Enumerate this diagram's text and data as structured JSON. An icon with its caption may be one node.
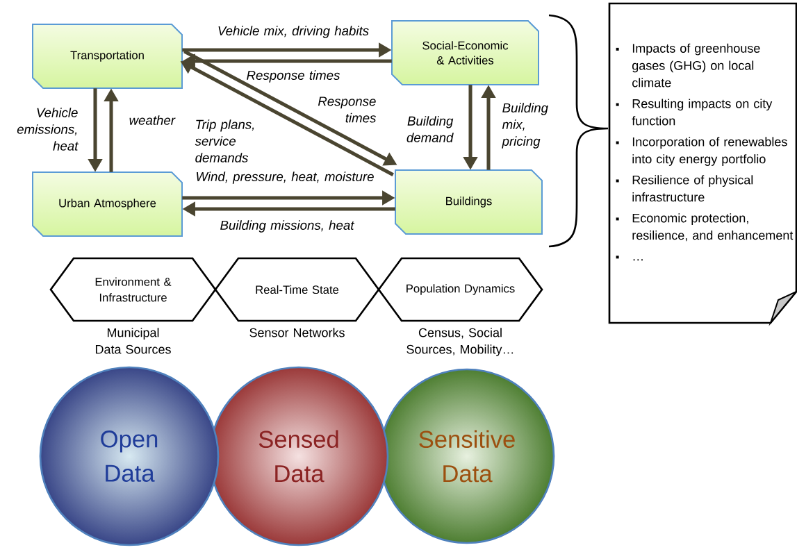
{
  "diagram": {
    "nodes": [
      {
        "text": [
          "Transportation"
        ]
      },
      {
        "text": [
          "Social-Economic & Activities"
        ]
      },
      {
        "text": [
          "Urban Atmosphere"
        ]
      },
      {
        "text": [
          "Buildings"
        ]
      },
      {
        "text": [
          "Environment & Infrastructure"
        ],
        "beside": [
          "Municipal Data Sources"
        ]
      },
      {
        "text": [
          "Real-Time State"
        ],
        "beside": [
          "Sensor Networks"
        ]
      },
      {
        "text": [
          "Population Dynamics"
        ],
        "beside": [
          "Census, Social Sources, Mobility…"
        ]
      },
      {
        "text": [
          "Open Data"
        ]
      },
      {
        "text": [
          "Sensed Data"
        ]
      },
      {
        "text": [
          "Sensitive Data"
        ]
      },
      {
        "text": [
          "Impacts of greenhouse gases (GHG) on local climate",
          "Resulting impacts on city function",
          "Incorporation of renewables into city energy portfolio",
          "Resilience of physical infrastructure",
          "Economic protection, resilience, and enhancement",
          "…"
        ]
      }
    ],
    "edges": [
      {
        "from": 0,
        "to": 1,
        "arrow": "to",
        "label": "Vehicle mix, driving habits"
      },
      {
        "from": 1,
        "to": 0,
        "arrow": "to",
        "label": "Response times"
      },
      {
        "from": 0,
        "to": 2,
        "arrow": "to",
        "label": "Vehicle emissions, heat"
      },
      {
        "from": 2,
        "to": 0,
        "arrow": "to",
        "label": "weather"
      },
      {
        "from": 3,
        "to": 0,
        "arrow": "to",
        "label": "Trip plans, service demands"
      },
      {
        "from": 0,
        "to": 3,
        "arrow": "to",
        "label": "Response times"
      },
      {
        "from": 2,
        "to": 3,
        "arrow": "to",
        "label": "Wind, pressure, heat, moisture"
      },
      {
        "from": 3,
        "to": 2,
        "arrow": "to",
        "label": "Building missions, heat"
      },
      {
        "from": 1,
        "to": 3,
        "arrow": "to",
        "label": "Building demand"
      },
      {
        "from": 3,
        "to": 1,
        "arrow": "to",
        "label": "Building mix, pricing"
      }
    ]
  }
}
